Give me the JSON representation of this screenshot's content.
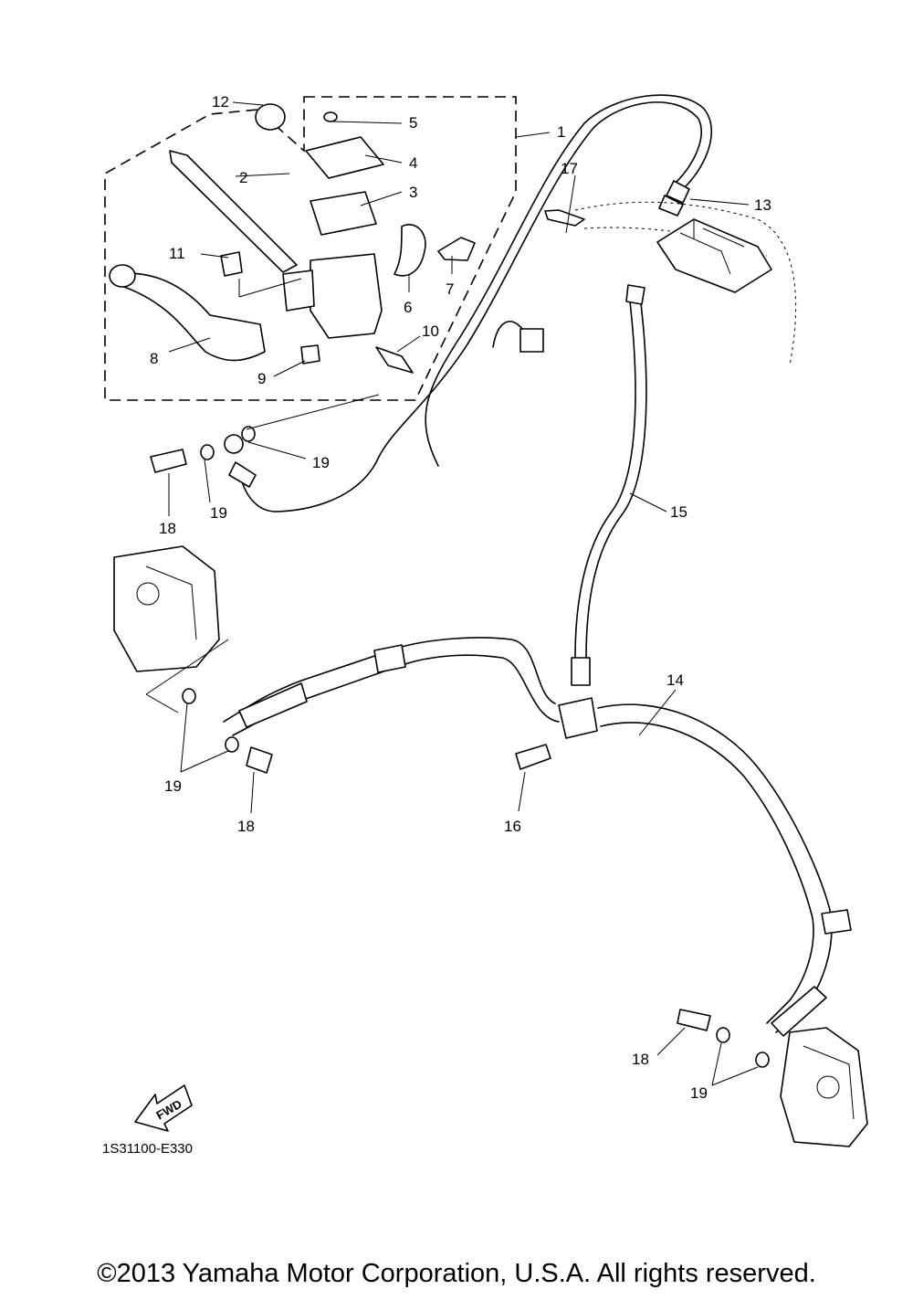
{
  "callouts": {
    "c1": "1",
    "c2": "2",
    "c3": "3",
    "c4": "4",
    "c5": "5",
    "c6": "6",
    "c7": "7",
    "c8": "8",
    "c9": "9",
    "c10": "10",
    "c11": "11",
    "c12": "12",
    "c13": "13",
    "c14": "14",
    "c15": "15",
    "c16": "16",
    "c17": "17",
    "c18a": "18",
    "c18b": "18",
    "c18c": "18",
    "c19a": "19",
    "c19b": "19",
    "c19c": "19",
    "c19d": "19"
  },
  "fwd_label": "FWD",
  "diagram_code": "1S31100-E330",
  "copyright": "©2013 Yamaha Motor Corporation, U.S.A. All rights reserved."
}
